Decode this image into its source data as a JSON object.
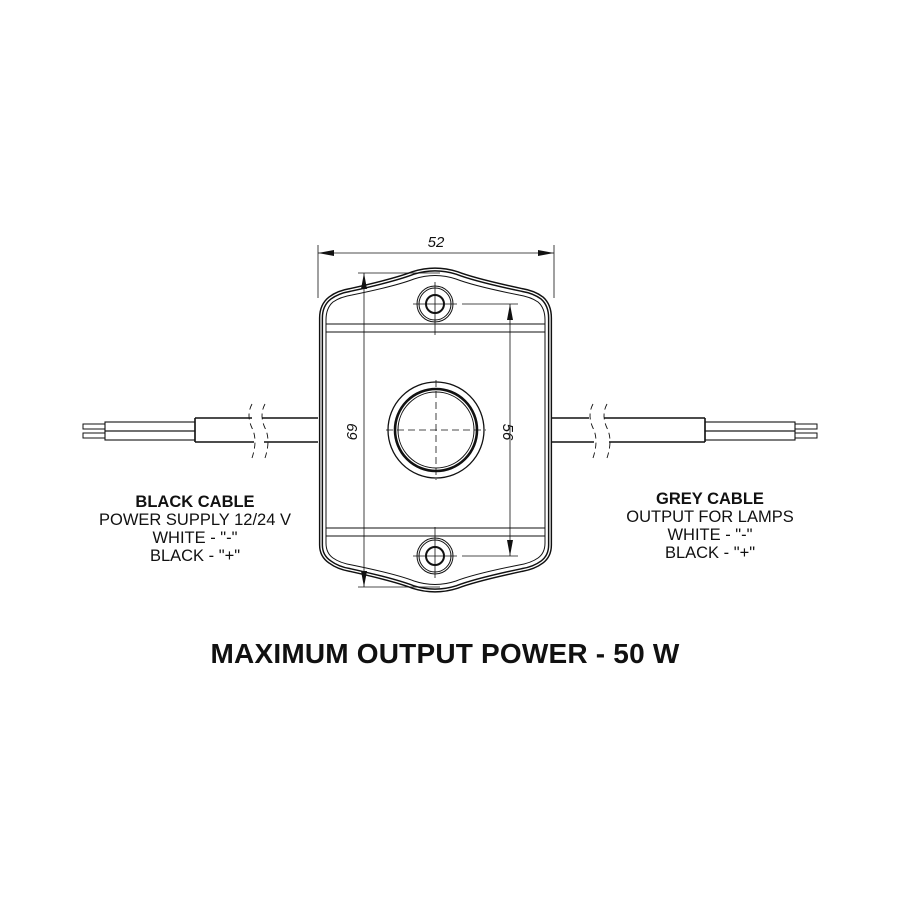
{
  "drawing": {
    "dimensions": {
      "width": "52",
      "height_overall": "69",
      "hole_spacing": "56"
    },
    "left_cable": {
      "title": "BLACK CABLE",
      "line1": "POWER SUPPLY 12/24 V",
      "line2": "WHITE - \"-\"",
      "line3": "BLACK - \"+\""
    },
    "right_cable": {
      "title": "GREY CABLE",
      "line1": "OUTPUT FOR LAMPS",
      "line2": "WHITE - \"-\"",
      "line3": "BLACK - \"+\""
    },
    "footer": "MAXIMUM OUTPUT POWER - 50 W",
    "colors": {
      "line": "#111111",
      "background": "#ffffff"
    }
  }
}
